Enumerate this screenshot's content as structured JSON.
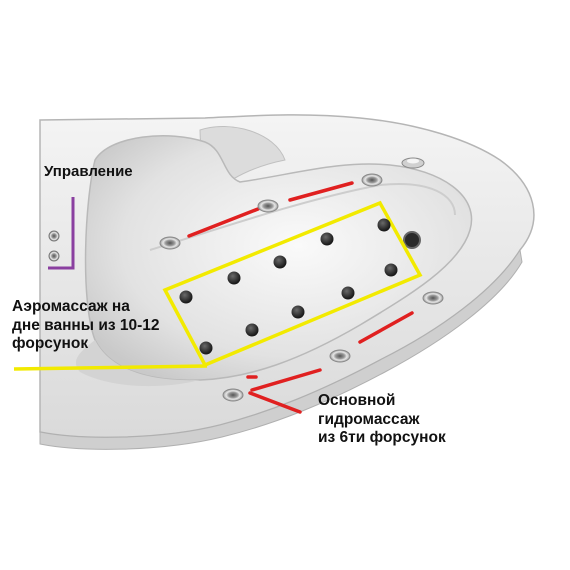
{
  "labels": {
    "control": "Управление",
    "aero": [
      "Аэромассаж на",
      "дне ванны из 10-12",
      "форсунок"
    ],
    "hydro": [
      "Основной",
      "гидромассаж",
      "из 6ти форсунок"
    ]
  },
  "colors": {
    "hydro_marker": "#e02020",
    "aero_frame": "#f2ea00",
    "control_marker": "#8a3fa0",
    "tub": "#ececec",
    "tub_shadow": "#bdbdbd"
  },
  "counts": {
    "aero_jets": 11,
    "hydro_jets": 6
  }
}
